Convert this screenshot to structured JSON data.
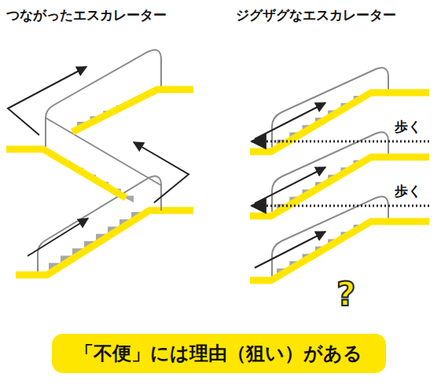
{
  "diagram": {
    "nodes": [
      {
        "text": [
          "「不便」には理由（狙い）がある"
        ]
      }
    ],
    "labels": [
      "つながったエスカレーター",
      "ジグザグなエスカレーター",
      "歩く",
      "歩く",
      "?"
    ]
  }
}
